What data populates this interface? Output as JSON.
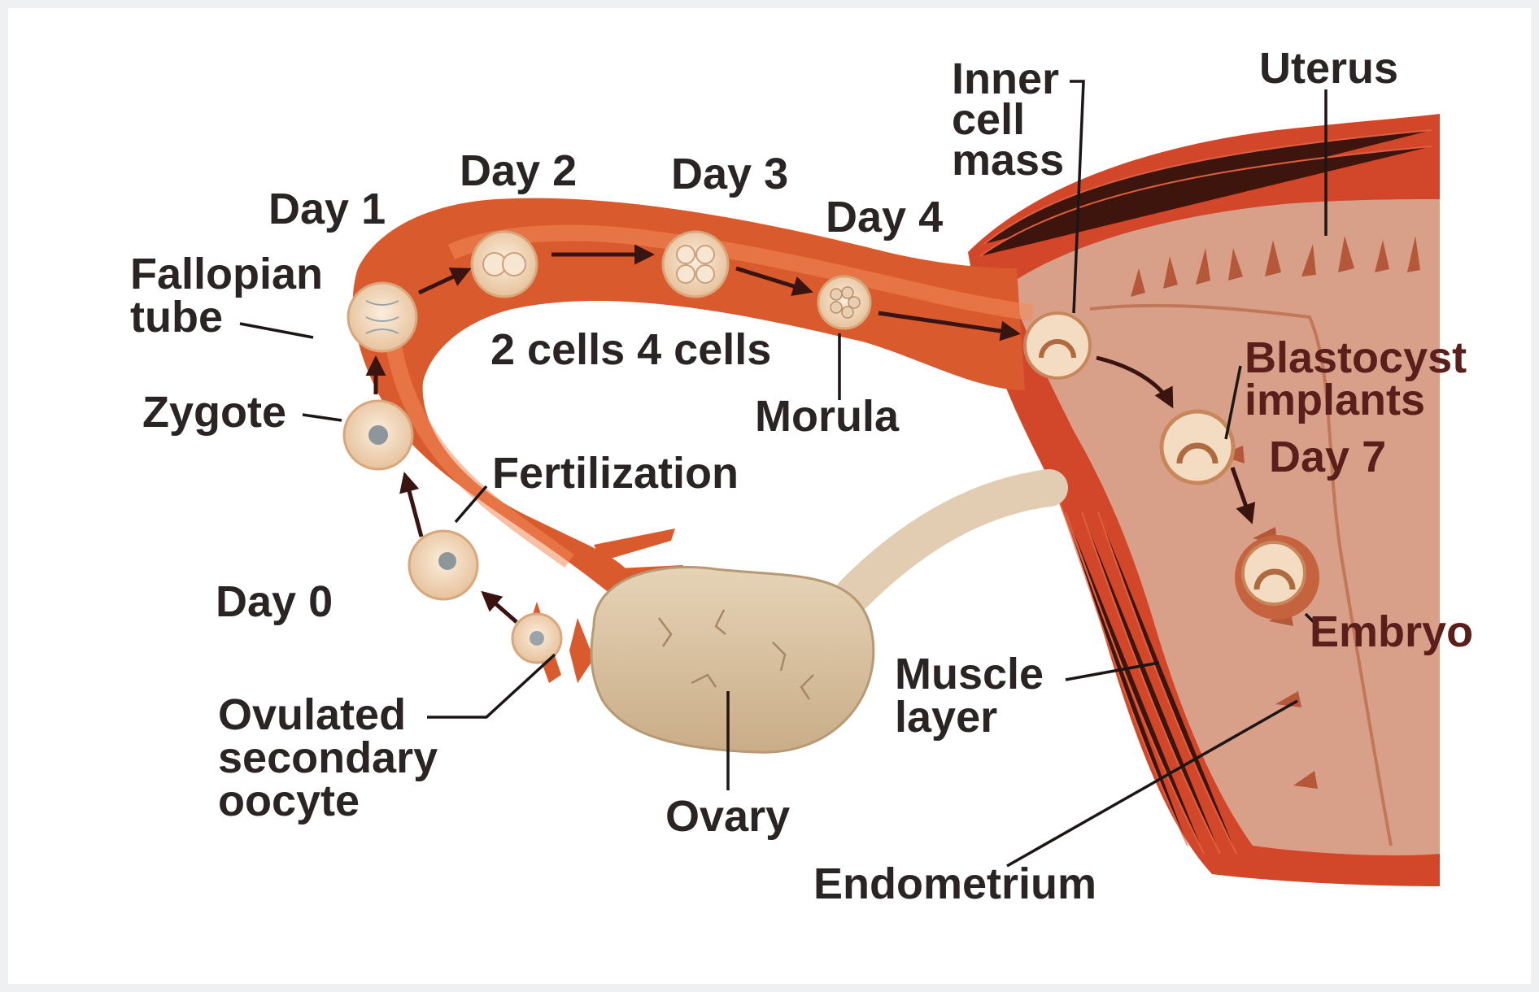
{
  "labels": {
    "uterus": "Uterus",
    "inner_cell_mass": [
      "Inner",
      "cell",
      "mass"
    ],
    "day1": "Day 1",
    "day2": "Day 2",
    "day3": "Day 3",
    "day4": "Day 4",
    "fallopian_tube": [
      "Fallopian",
      "tube"
    ],
    "zygote": "Zygote",
    "cells": "2 cells 4 cells",
    "morula": "Morula",
    "blastocyst_implants": [
      "Blastocyst",
      "implants"
    ],
    "day7": "Day 7",
    "fertilization": "Fertilization",
    "day0": "Day 0",
    "embryo": "Embryo",
    "muscle_layer": [
      "Muscle",
      "layer"
    ],
    "ovulated_oocyte": [
      "Ovulated",
      "secondary",
      "oocyte"
    ],
    "ovary": "Ovary",
    "endometrium": "Endometrium"
  },
  "colors": {
    "tube": "#d95a2c",
    "tube_lumen": "#f08a5a",
    "muscle": "#d2472a",
    "endometrium": "#d9a089",
    "ovary": "#d8c2a3",
    "cell": "#f3dcc2"
  }
}
